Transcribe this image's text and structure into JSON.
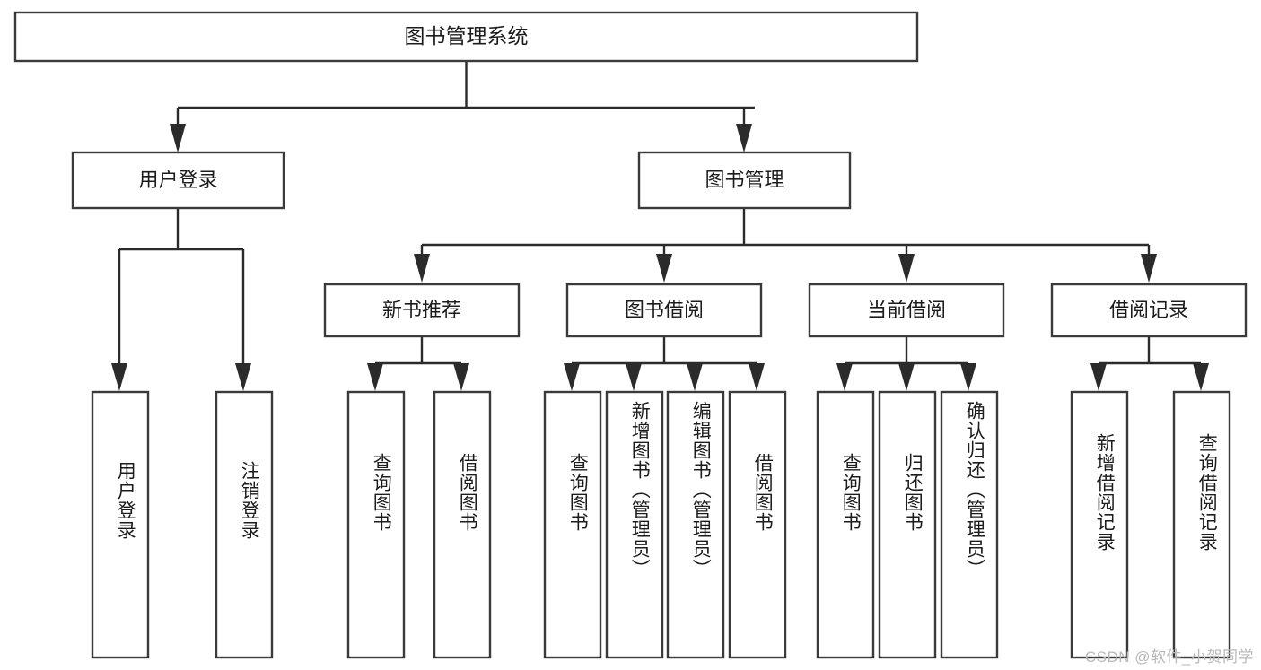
{
  "diagram": {
    "type": "tree",
    "title_node": {
      "label": "图书管理系统"
    },
    "level2": [
      {
        "label": "用户登录"
      },
      {
        "label": "图书管理"
      }
    ],
    "level3": [
      {
        "label": "新书推荐"
      },
      {
        "label": "图书借阅"
      },
      {
        "label": "当前借阅"
      },
      {
        "label": "借阅记录"
      }
    ],
    "leaves": {
      "user_login": [
        {
          "label": "用户登录"
        },
        {
          "label": "注销登录"
        }
      ],
      "new_book_recommend": [
        {
          "label": "查询图书"
        },
        {
          "label": "借阅图书"
        }
      ],
      "book_borrow": [
        {
          "label": "查询图书"
        },
        {
          "label": "新增图书（管理员）"
        },
        {
          "label": "编辑图书（管理员）"
        },
        {
          "label": "借阅图书"
        }
      ],
      "current_borrow": [
        {
          "label": "查询图书"
        },
        {
          "label": "归还图书"
        },
        {
          "label": "确认归还（管理员）"
        }
      ],
      "borrow_record": [
        {
          "label": "新增借阅记录"
        },
        {
          "label": "查询借阅记录"
        }
      ]
    }
  },
  "watermark": {
    "text": "CSDN @软件_小贺同学"
  },
  "colors": {
    "background": "#ffffff",
    "box_fill": "#ffffff",
    "box_stroke": "#3a3a3a",
    "connector": "#2b2b2b",
    "text": "#1c1c1c",
    "watermark": "#b9b9b9"
  }
}
